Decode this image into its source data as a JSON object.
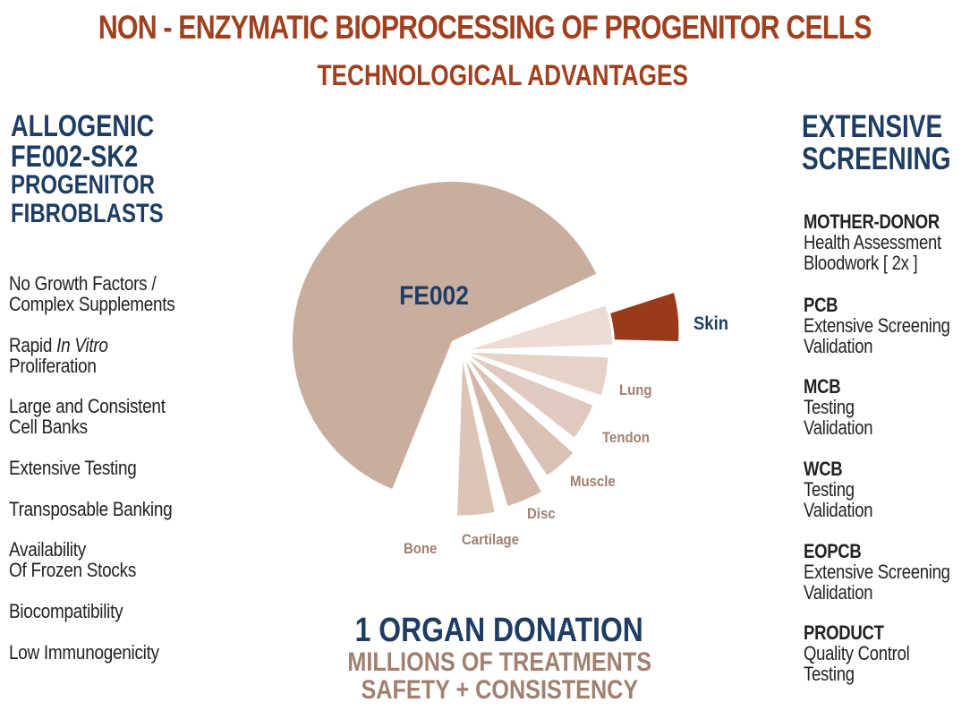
{
  "title": "NON - ENZYMATIC BIOPROCESSING OF PROGENITOR CELLS",
  "subtitle": "TECHNOLOGICAL  ADVANTAGES",
  "left": {
    "heading": [
      "ALLOGENIC",
      "FE002-SK2",
      "PROGENITOR",
      "FIBROBLASTS"
    ],
    "advantages": [
      [
        "No Growth Factors /",
        "Complex Supplements"
      ],
      [
        "Rapid ",
        "In Vitro",
        "Proliferation"
      ],
      [
        "Large and Consistent",
        "Cell Banks"
      ],
      [
        "Extensive Testing"
      ],
      [
        "Transposable Banking"
      ],
      [
        "Availability",
        "Of Frozen Stocks"
      ],
      [
        "Biocompatibility"
      ],
      [
        "Low Immunogenicity"
      ]
    ]
  },
  "right": {
    "heading": [
      "EXTENSIVE",
      "SCREENING"
    ],
    "stages": [
      {
        "title": "MOTHER-DONOR",
        "lines": [
          "Health Assessment",
          "Bloodwork [ 2x ]"
        ]
      },
      {
        "title": "PCB",
        "lines": [
          "Extensive Screening",
          "Validation"
        ]
      },
      {
        "title": "MCB",
        "lines": [
          "Testing",
          "Validation"
        ]
      },
      {
        "title": "WCB",
        "lines": [
          "Testing",
          "Validation"
        ]
      },
      {
        "title": "EOPCB",
        "lines": [
          "Extensive Screening",
          "Validation"
        ]
      },
      {
        "title": "PRODUCT",
        "lines": [
          "Quality Control",
          "Testing"
        ]
      }
    ]
  },
  "pie": {
    "main_label": "FE002",
    "colors": {
      "main": "#c8ae9f",
      "skin": "#9a3a1c",
      "label_blue": "#1f3d63",
      "label_tan": "#a08070"
    },
    "slices": [
      {
        "label": "Skin",
        "color": "#9a3a1c"
      },
      {
        "label": "Lung",
        "color": "#ecdcd3"
      },
      {
        "label": "Tendon",
        "color": "#e6d3c8"
      },
      {
        "label": "Muscle",
        "color": "#e0cabf"
      },
      {
        "label": "Disc",
        "color": "#d9c1b4"
      },
      {
        "label": "Cartilage",
        "color": "#d3b8aa"
      },
      {
        "label": "Bone",
        "color": "#dcc5b7"
      }
    ]
  },
  "footer": {
    "organ": "1 ORGAN DONATION",
    "millions": "MILLIONS OF TREATMENTS",
    "safety": "SAFETY + CONSISTENCY"
  }
}
